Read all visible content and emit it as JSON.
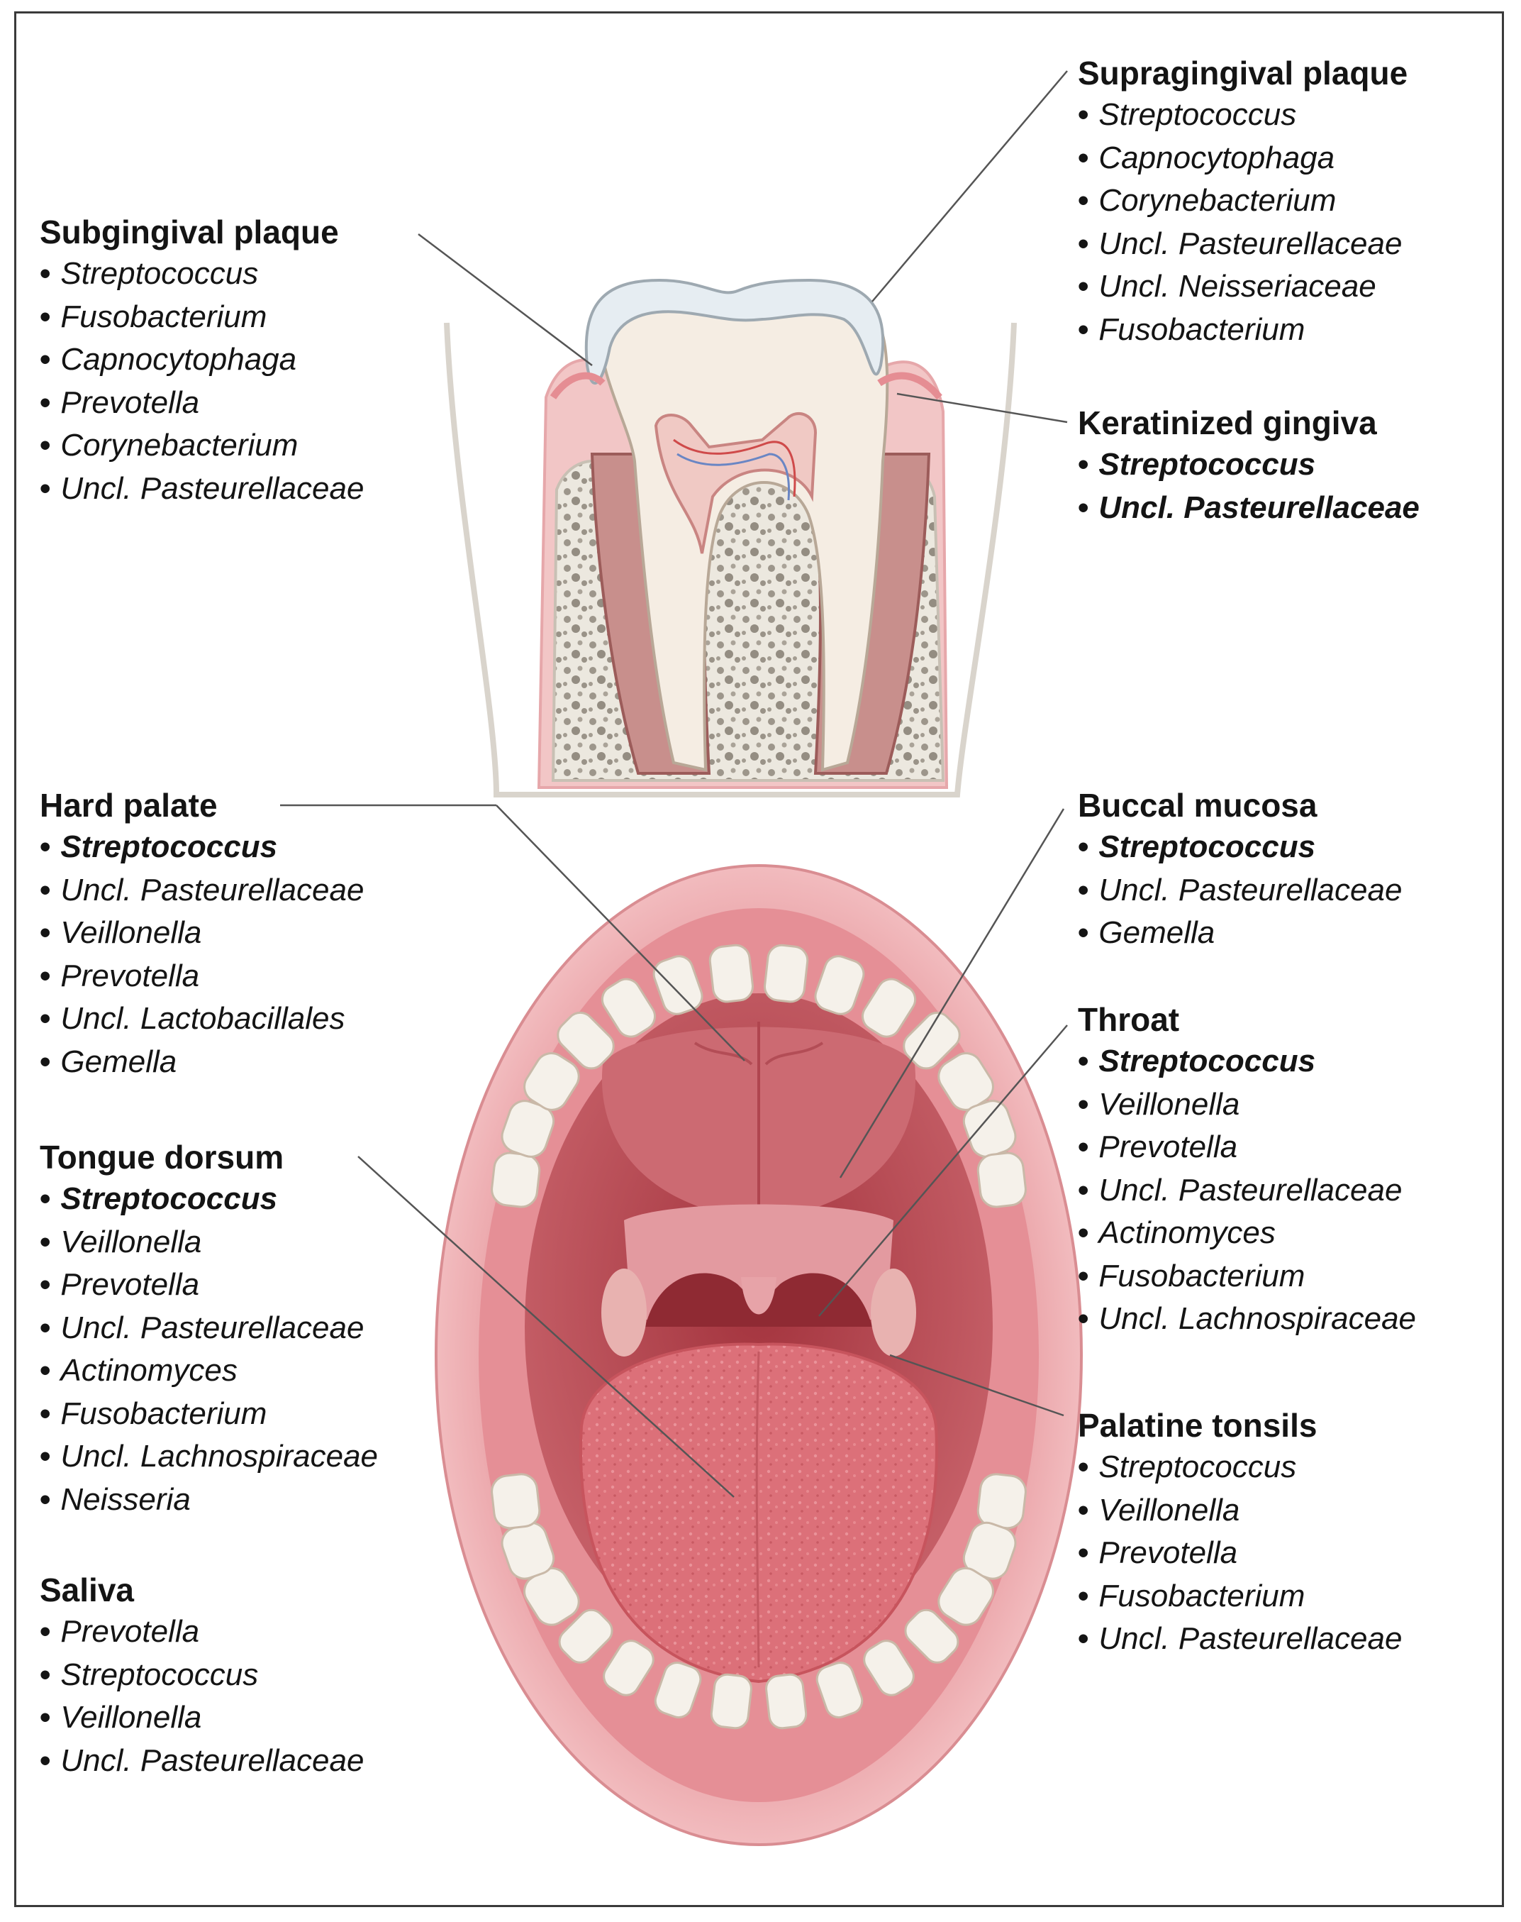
{
  "colors": {
    "gum": "#e79ea4",
    "lip": "#efb0b3",
    "mouth_interior": "#b8464f",
    "tongue": "#d6666f",
    "tooth": "#f5f1ea",
    "bone": "#e7e2d8",
    "pulp": "#f0c9c4",
    "leader_line": "#555555"
  },
  "labels": {
    "subgingival": {
      "title": "Subgingival plaque",
      "items": [
        {
          "text": "Streptococcus",
          "bold": false
        },
        {
          "text": "Fusobacterium",
          "bold": false
        },
        {
          "text": "Capnocytophaga",
          "bold": false
        },
        {
          "text": "Prevotella",
          "bold": false
        },
        {
          "text": "Corynebacterium",
          "bold": false
        },
        {
          "text": "Uncl. Pasteurellaceae",
          "bold": false
        }
      ]
    },
    "supragingival": {
      "title": "Supragingival plaque",
      "items": [
        {
          "text": "Streptococcus",
          "bold": false
        },
        {
          "text": "Capnocytophaga",
          "bold": false
        },
        {
          "text": "Corynebacterium",
          "bold": false
        },
        {
          "text": "Uncl. Pasteurellaceae",
          "bold": false
        },
        {
          "text": "Uncl. Neisseriaceae",
          "bold": false
        },
        {
          "text": "Fusobacterium",
          "bold": false
        }
      ]
    },
    "keratinized": {
      "title": "Keratinized gingiva",
      "items": [
        {
          "text": "Streptococcus",
          "bold": true
        },
        {
          "text": "Uncl. Pasteurellaceae",
          "bold": true
        }
      ]
    },
    "hard_palate": {
      "title": "Hard palate",
      "items": [
        {
          "text": "Streptococcus",
          "bold": true
        },
        {
          "text": "Uncl. Pasteurellaceae",
          "bold": false
        },
        {
          "text": "Veillonella",
          "bold": false
        },
        {
          "text": "Prevotella",
          "bold": false
        },
        {
          "text": "Uncl. Lactobacillales",
          "bold": false
        },
        {
          "text": "Gemella",
          "bold": false
        }
      ]
    },
    "buccal": {
      "title": "Buccal mucosa",
      "items": [
        {
          "text": "Streptococcus",
          "bold": true
        },
        {
          "text": "Uncl. Pasteurellaceae",
          "bold": false
        },
        {
          "text": "Gemella",
          "bold": false
        }
      ]
    },
    "throat": {
      "title": "Throat",
      "items": [
        {
          "text": "Streptococcus",
          "bold": true
        },
        {
          "text": "Veillonella",
          "bold": false
        },
        {
          "text": "Prevotella",
          "bold": false
        },
        {
          "text": "Uncl. Pasteurellaceae",
          "bold": false
        },
        {
          "text": "Actinomyces",
          "bold": false
        },
        {
          "text": "Fusobacterium",
          "bold": false
        },
        {
          "text": "Uncl. Lachnospiraceae",
          "bold": false
        }
      ]
    },
    "tongue": {
      "title": "Tongue dorsum",
      "items": [
        {
          "text": "Streptococcus",
          "bold": true
        },
        {
          "text": "Veillonella",
          "bold": false
        },
        {
          "text": "Prevotella",
          "bold": false
        },
        {
          "text": "Uncl. Pasteurellaceae",
          "bold": false
        },
        {
          "text": "Actinomyces",
          "bold": false
        },
        {
          "text": "Fusobacterium",
          "bold": false
        },
        {
          "text": "Uncl. Lachnospiraceae",
          "bold": false
        },
        {
          "text": "Neisseria",
          "bold": false
        }
      ]
    },
    "tonsils": {
      "title": "Palatine tonsils",
      "items": [
        {
          "text": "Streptococcus",
          "bold": false
        },
        {
          "text": "Veillonella",
          "bold": false
        },
        {
          "text": "Prevotella",
          "bold": false
        },
        {
          "text": "Fusobacterium",
          "bold": false
        },
        {
          "text": "Uncl. Pasteurellaceae",
          "bold": false
        }
      ]
    },
    "saliva": {
      "title": "Saliva",
      "items": [
        {
          "text": "Prevotella",
          "bold": false
        },
        {
          "text": "Streptococcus",
          "bold": false
        },
        {
          "text": "Veillonella",
          "bold": false
        },
        {
          "text": "Uncl. Pasteurellaceae",
          "bold": false
        }
      ]
    }
  }
}
